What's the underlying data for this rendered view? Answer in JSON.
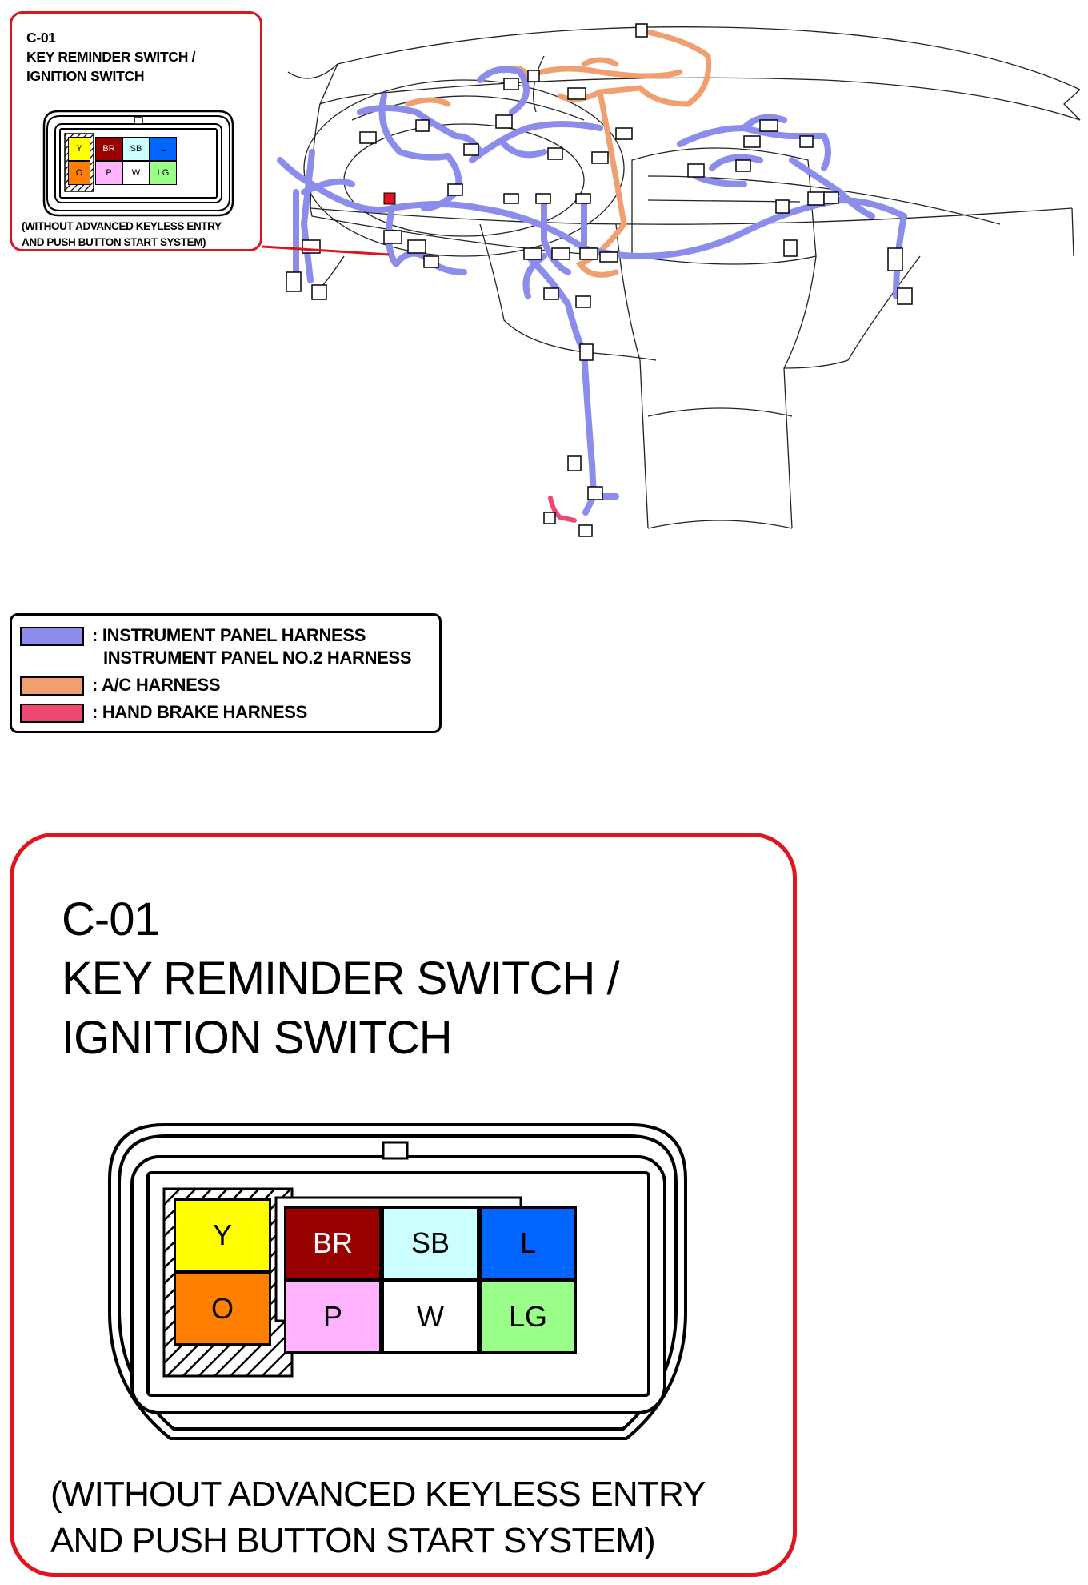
{
  "connector": {
    "code": "C-01",
    "name_line1": "KEY REMINDER SWITCH /",
    "name_line2": "IGNITION SWITCH",
    "note_line1": "(WITHOUT ADVANCED KEYLESS ENTRY",
    "note_line2": "AND PUSH BUTTON START SYSTEM)",
    "pins_left": [
      {
        "label": "Y",
        "color": "#ffff00"
      },
      {
        "label": "O",
        "color": "#ff8000"
      }
    ],
    "pins_right": [
      {
        "label": "BR",
        "color": "#990000",
        "text_color": "#ffffff"
      },
      {
        "label": "SB",
        "color": "#ccffff",
        "text_color": "#000000"
      },
      {
        "label": "L",
        "color": "#0066ff",
        "text_color": "#000000"
      },
      {
        "label": "P",
        "color": "#ffb3ff",
        "text_color": "#000000"
      },
      {
        "label": "W",
        "color": "#ffffff",
        "text_color": "#000000"
      },
      {
        "label": "LG",
        "color": "#99ff88",
        "text_color": "#000000"
      }
    ]
  },
  "legend": {
    "items": [
      {
        "line1": ": INSTRUMENT PANEL HARNESS",
        "line2": "INSTRUMENT PANEL NO.2 HARNESS",
        "color": "#8c8ced"
      },
      {
        "line1": ": A/C HARNESS",
        "color": "#f0a070"
      },
      {
        "line1": ": HAND BRAKE HARNESS",
        "color": "#f04870"
      }
    ]
  },
  "colors": {
    "callout_border": "#e0141e",
    "instrument_harness": "#8c8ced",
    "ac_harness": "#f0a070",
    "hand_brake_harness": "#f04870"
  }
}
